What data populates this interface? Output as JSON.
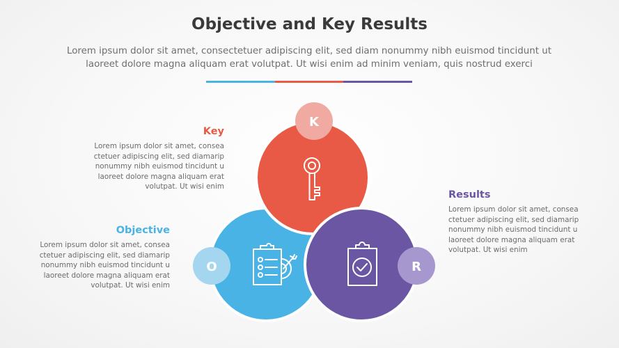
{
  "header": {
    "title": "Objective and Key Results",
    "subtitle_line1": "Lorem ipsum dolor sit amet, consectetuer adipiscing elit, sed diam nonummy nibh euismod tincidunt ut",
    "subtitle_line2": "laoreet dolore magna aliquam erat volutpat. Ut wisi enim ad minim veniam, quis nostrud exerci"
  },
  "colors": {
    "background": "#f5f5f5",
    "title": "#3a3a3a",
    "body_text": "#6b6b6b",
    "blue": "#4ab3e6",
    "blue_badge": "#a4d6f0",
    "red": "#e85a45",
    "red_badge": "#f0aaa2",
    "purple": "#6a56a3",
    "purple_badge": "#a698cf"
  },
  "divider": {
    "segments": [
      "#4ab3e6",
      "#e85a45",
      "#6a56a3"
    ]
  },
  "sections": {
    "key": {
      "letter": "K",
      "heading": "Key",
      "icon": "key-icon",
      "lines": [
        "Lorem ipsum dolor sit amet, consea",
        "ctetuer adipiscing elit, sed diamarip",
        "nonummy nibh euismod tincidunt u",
        "laoreet dolore magna aliquam erat",
        "volutpat. Ut wisi enim"
      ]
    },
    "objective": {
      "letter": "O",
      "heading": "Objective",
      "icon": "clipboard-target-icon",
      "lines": [
        "Lorem ipsum dolor sit amet, consea",
        "ctetuer adipiscing elit, sed diamarip",
        "nonummy nibh euismod tincidunt u",
        "laoreet dolore magna aliquam erat",
        "volutpat. Ut wisi enim"
      ]
    },
    "results": {
      "letter": "R",
      "heading": "Results",
      "icon": "clipboard-check-icon",
      "lines": [
        "Lorem ipsum dolor sit amet, consea",
        "ctetuer adipiscing elit, sed diamarip",
        "nonummy nibh euismod tincidunt u",
        "laoreet dolore magna aliquam erat",
        "volutpat. Ut wisi enim"
      ]
    }
  }
}
